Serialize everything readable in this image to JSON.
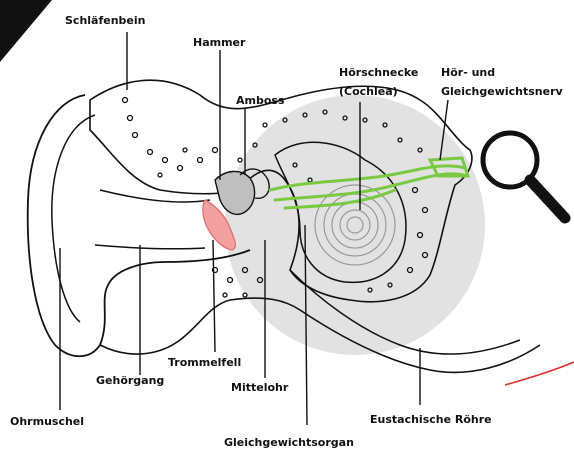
{
  "labels": {
    "schlaefenbein": "Schläfenbein",
    "hammer": "Hammer",
    "amboss": "Amboss",
    "hoerschnecke": "Hörschnecke",
    "cochlea": "(Cochlea)",
    "nerv_line1": "Hör- und",
    "nerv_line2": "Gleichgewichtsnerv",
    "trommelfell": "Trommelfell",
    "gehoergang": "Gehörgang",
    "mittelohr": "Mittelohr",
    "ohrmuschel": "Ohrmuschel",
    "eustachische": "Eustachische Röhre",
    "gleichgewichtsorgan": "Gleichgewichtsorgan"
  },
  "colors": {
    "ink": "#111111",
    "highlight_circle": "#e2e2e2",
    "eardrum": "#f2a0a0",
    "nerve": "#7ac943",
    "accent_red": "#e0302a"
  },
  "icons": [
    "magnifier-icon",
    "corner-triangle-icon"
  ]
}
